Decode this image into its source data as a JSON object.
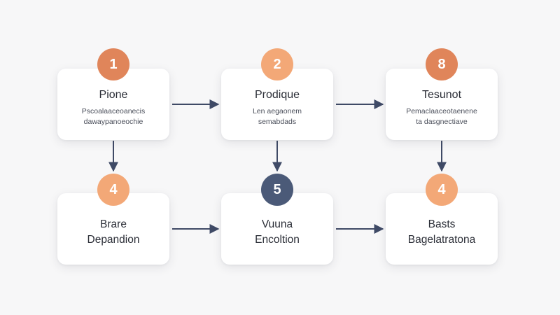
{
  "colors": {
    "badge_dark_orange": "#e0855a",
    "badge_light_orange": "#f3a877",
    "badge_navy": "#4b5a78",
    "arrow": "#3f4a66"
  },
  "steps": [
    {
      "number": "1",
      "title": "Pione",
      "desc": [
        "Pscoalaaceoanecis",
        "dawaypanoeochie"
      ],
      "badge_color": "#e0855a",
      "row": 0,
      "col": 0
    },
    {
      "number": "2",
      "title": "Prodique",
      "desc": [
        "Len aegaonem",
        "semabdads"
      ],
      "badge_color": "#f3a877",
      "row": 0,
      "col": 1
    },
    {
      "number": "8",
      "title": "Tesunot",
      "desc": [
        "Pemaclaaceotaenene",
        "ta dasgnectiave"
      ],
      "badge_color": "#e0855a",
      "row": 0,
      "col": 2
    },
    {
      "number": "4",
      "title": "Brare",
      "desc": [
        "Depandion"
      ],
      "badge_color": "#f3a877",
      "row": 1,
      "col": 0
    },
    {
      "number": "5",
      "title": "Vuuna",
      "desc": [
        "Encoltion"
      ],
      "badge_color": "#4b5a78",
      "row": 1,
      "col": 1
    },
    {
      "number": "4",
      "title": "Basts",
      "desc": [
        "Bagelatratona"
      ],
      "badge_color": "#f3a877",
      "row": 1,
      "col": 2
    }
  ],
  "connections": [
    {
      "from": 0,
      "to": 1
    },
    {
      "from": 1,
      "to": 2
    },
    {
      "from": 0,
      "to": 3
    },
    {
      "from": 1,
      "to": 4
    },
    {
      "from": 2,
      "to": 5
    },
    {
      "from": 3,
      "to": 4
    },
    {
      "from": 4,
      "to": 5
    }
  ]
}
